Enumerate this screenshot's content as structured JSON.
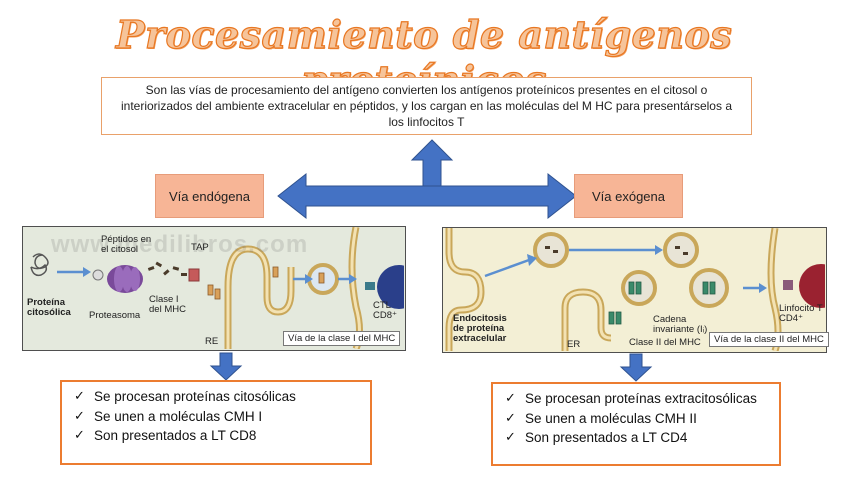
{
  "title": "Procesamiento de antígenos proteínicos",
  "intro": "Son las vías de procesamiento del antígeno convierten los antígenos proteínicos presentes en el citosol o interiorizados del ambiente extracelular en péptidos, y los cargan en las moléculas del M HC para presentárselos a los linfocitos T",
  "paths": {
    "endogenous": "Vía endógena",
    "exogenous": "Vía exógena"
  },
  "panel_left": {
    "watermark": "www.medilibros.com",
    "labels": {
      "peptides": "Péptidos en\nel citosol",
      "tap": "TAP",
      "protein": "Proteína\ncitosólica",
      "proteasome": "Proteasoma",
      "class1": "Clase I\ndel MHC",
      "ctl": "CTL\nCD8⁺",
      "re": "RE"
    },
    "caption": "Vía de la clase I del MHC"
  },
  "panel_right": {
    "labels": {
      "endocytosis": "Endocitosis\nde proteína\nextracelular",
      "chain": "Cadena\ninvariante (Iᵢ)",
      "class2": "Clase II del MHC",
      "er": "ER",
      "tcell": "Linfocito T\nCD4⁺"
    },
    "caption": "Vía de la clase II del MHC"
  },
  "list_left": [
    "Se procesan proteínas citosólicas",
    "Se unen a moléculas CMH I",
    "Son presentados a LT CD8"
  ],
  "list_right": [
    "Se procesan proteínas extracitosólicas",
    "Se unen a moléculas CMH II",
    "Son presentados a LT CD4"
  ],
  "check_glyph": "✓",
  "colors": {
    "arrow_blue": "#4472c4",
    "box_border_orange": "#ec7c30",
    "path_box_fill": "#f7b596",
    "title_orange": "#e87722"
  }
}
